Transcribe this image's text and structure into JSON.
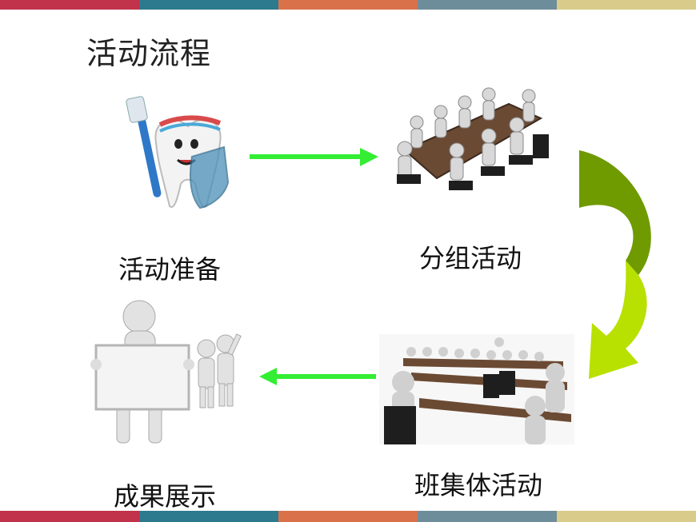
{
  "slide": {
    "title": "活动流程",
    "stripe_colors": [
      "#c0334a",
      "#2d7a8e",
      "#d9724a",
      "#6e8d9a",
      "#d9cc8a"
    ]
  },
  "steps": [
    {
      "label": "活动准备",
      "icon": "tooth-mascot-icon"
    },
    {
      "label": "分组活动",
      "icon": "group-meeting-icon"
    },
    {
      "label": "班集体活动",
      "icon": "classroom-meeting-icon"
    },
    {
      "label": "成果展示",
      "icon": "presentation-board-icon"
    }
  ],
  "arrows": {
    "straight_color": "#33ee33",
    "curved_color_dark": "#6f9a00",
    "curved_color_light": "#b8e000"
  }
}
